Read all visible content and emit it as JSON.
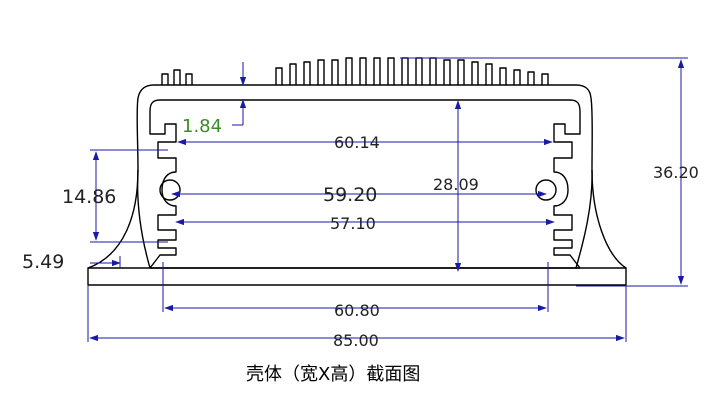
{
  "dimensions": {
    "top_wall": "1.84",
    "inner_top_width": "60.14",
    "slot_center_width": "59.20",
    "inner_height": "28.09",
    "inner_lower_width": "57.10",
    "total_height": "36.20",
    "slot_pitch": "14.86",
    "base_step": "5.49",
    "inner_bottom_width": "60.80",
    "overall_width": "85.00"
  },
  "caption": "壳体（宽X高）截面图",
  "colors": {
    "profile": "#000000",
    "dimension_line": "#1a1aa8",
    "text": "#222222",
    "highlight_text": "#3d8a2a"
  }
}
